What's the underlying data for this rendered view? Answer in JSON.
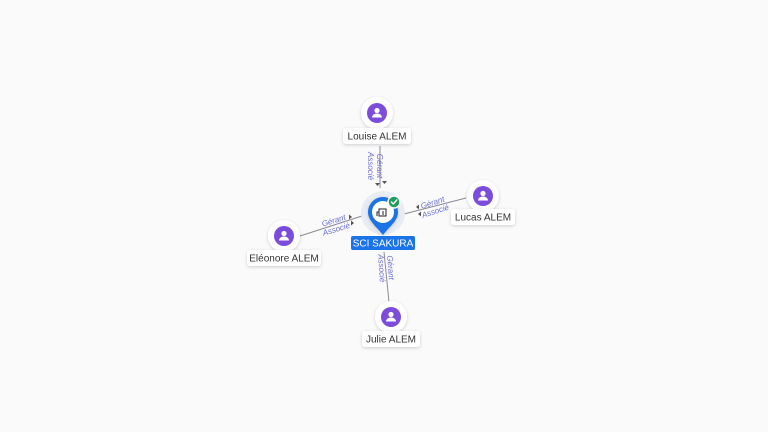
{
  "colors": {
    "person": "#7c4ddb",
    "company": "#1a73e8",
    "verified": "#1e9e5a",
    "edge": "#8a8a95",
    "edge_text": "#6b6fd0"
  },
  "company": {
    "label": "SCI SAKURA",
    "icon": "building-icon",
    "badge_icon": "check-icon"
  },
  "people": [
    {
      "label": "Louise ALEM",
      "icon": "person-icon",
      "roles": [
        "Gérant",
        "Associé"
      ]
    },
    {
      "label": "Lucas ALEM",
      "icon": "person-icon",
      "roles": [
        "Gérant",
        "Associé"
      ]
    },
    {
      "label": "Eléonore ALEM",
      "icon": "person-icon",
      "roles": [
        "Gérant",
        "Associé"
      ]
    },
    {
      "label": "Julie ALEM",
      "icon": "person-icon",
      "roles": [
        "Gérant",
        "Associé"
      ]
    }
  ]
}
